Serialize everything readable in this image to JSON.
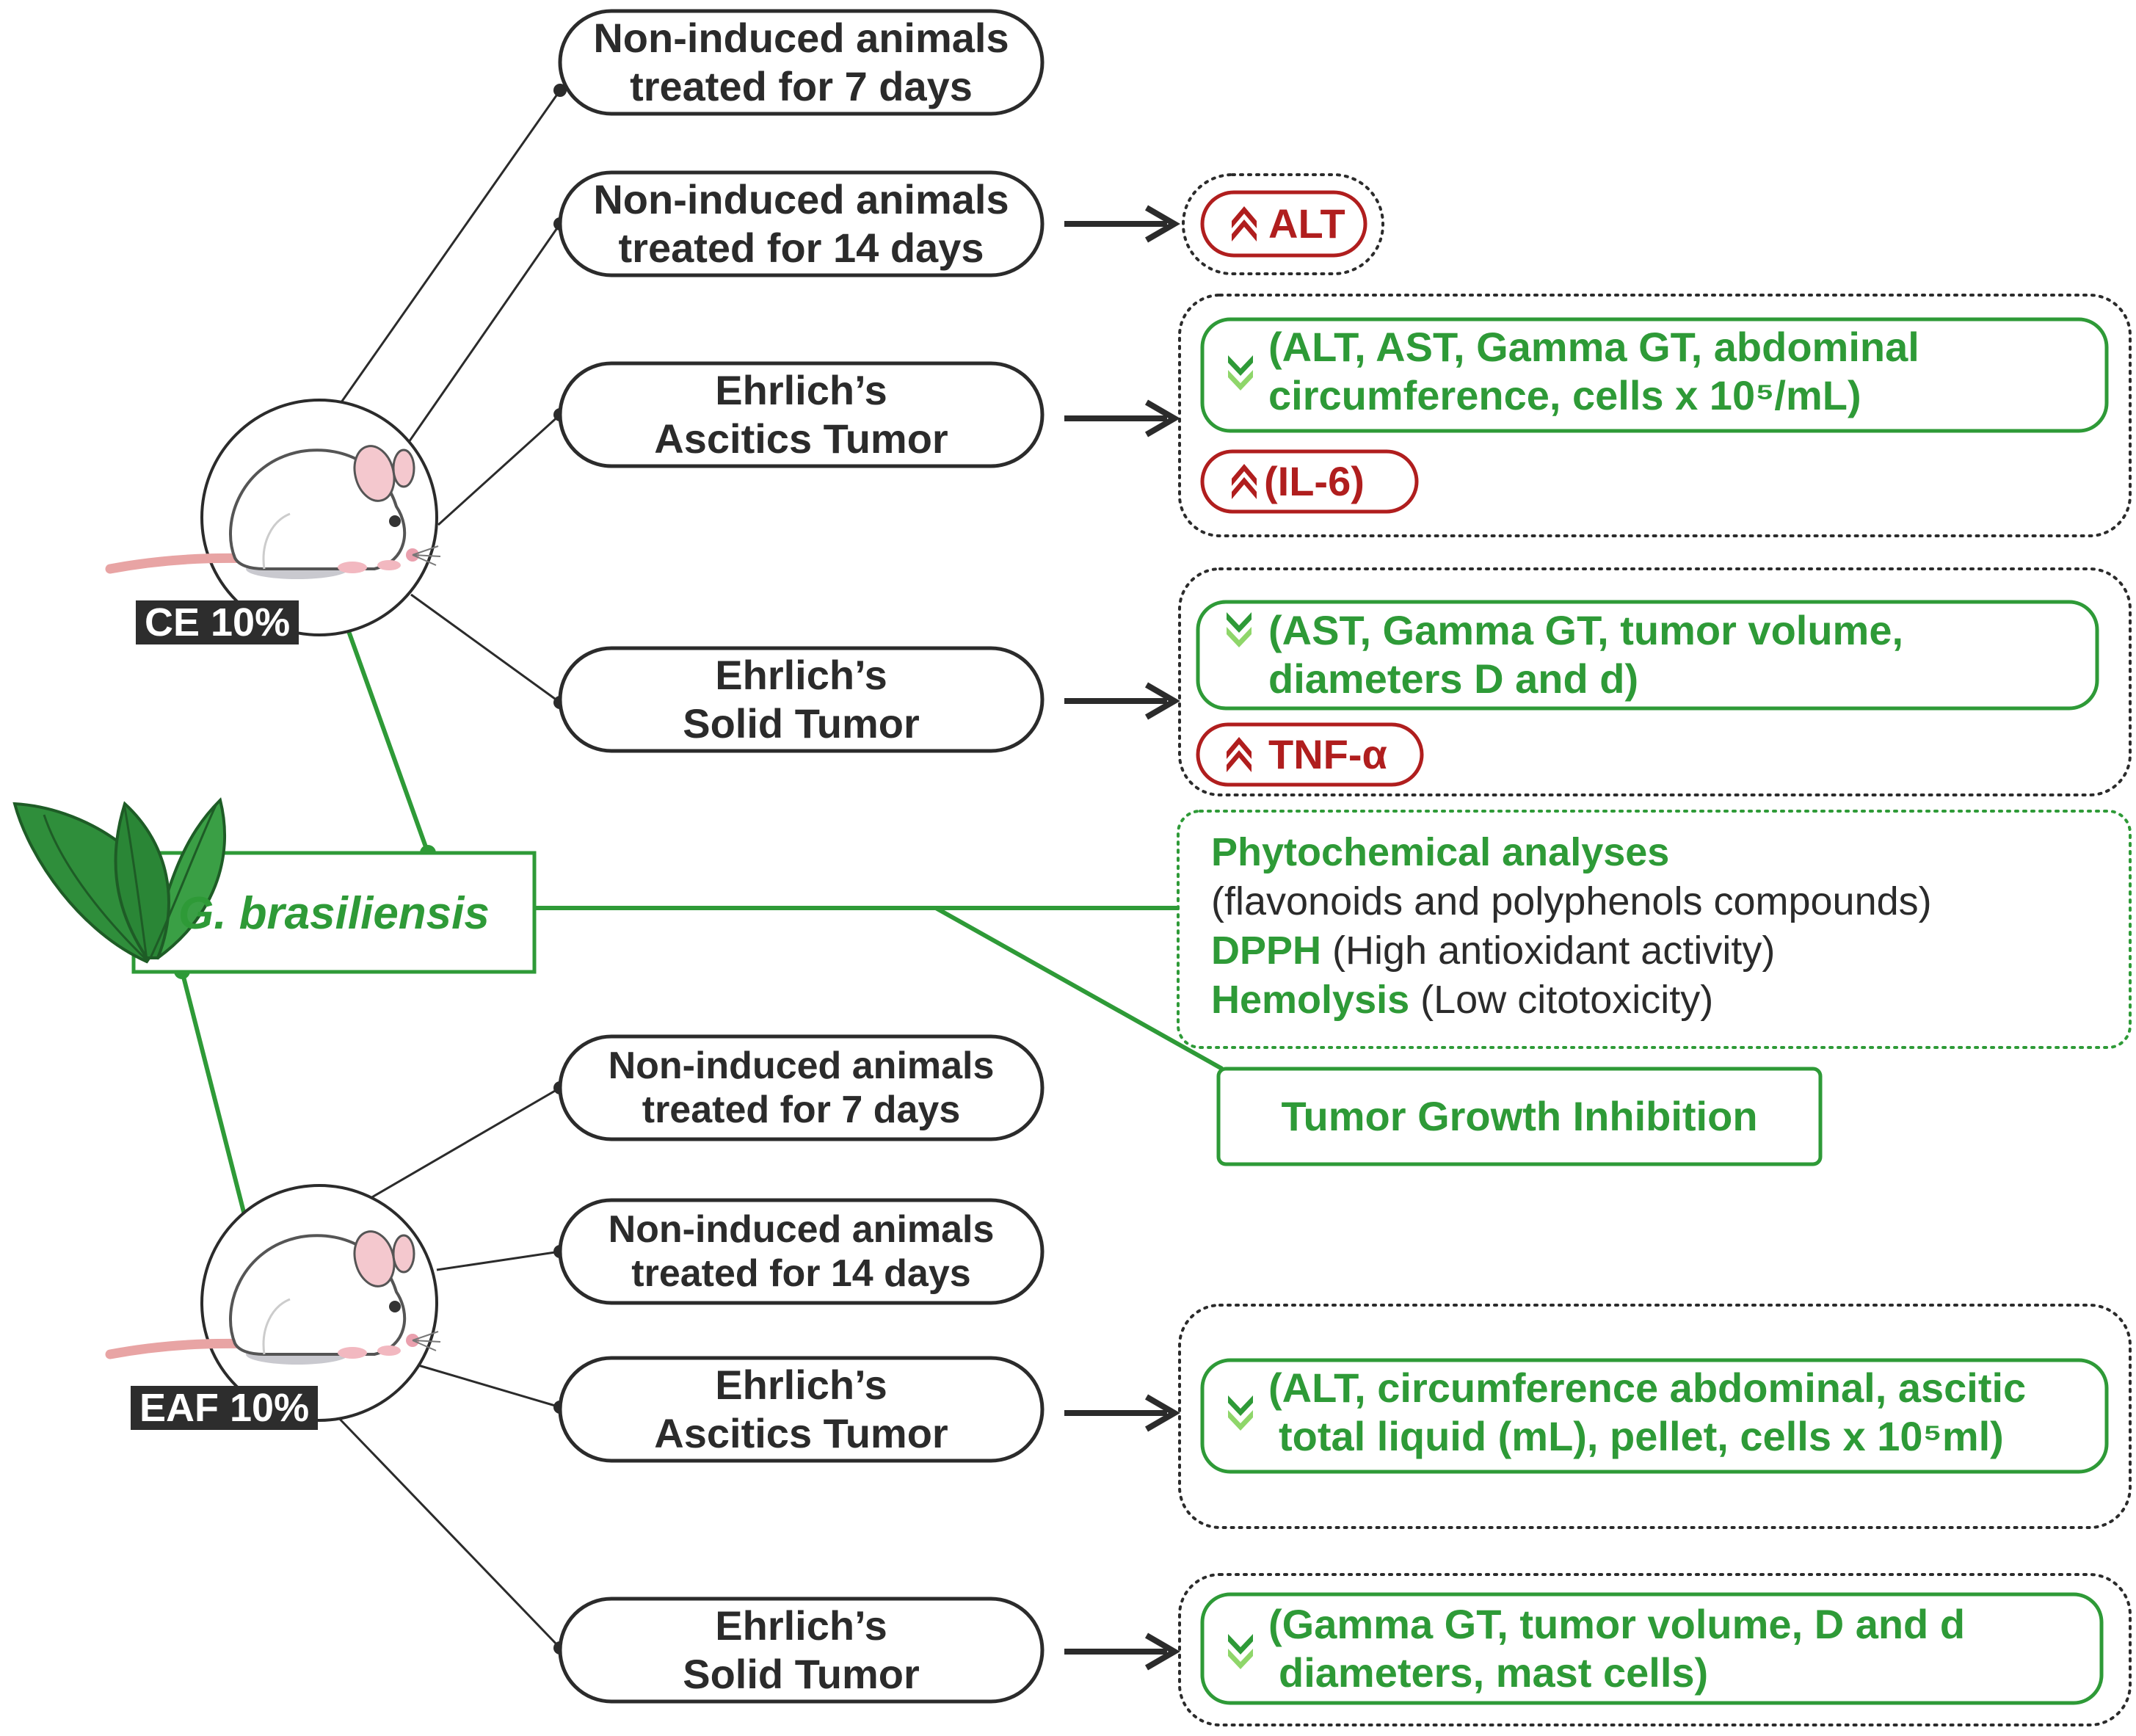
{
  "plant": {
    "name": "G. brasiliensis",
    "icon": "leaves-icon",
    "color": "#2e9a37"
  },
  "groups": [
    {
      "label": "CE 10%",
      "icon": "mouse-icon",
      "branches": [
        {
          "lines": [
            "Non-induced animals",
            "treated for 7 days"
          ]
        },
        {
          "lines": [
            "Non-induced animals",
            "treated for 14 days"
          ]
        },
        {
          "lines": [
            "Ehrlich’s",
            "Ascitics Tumor"
          ]
        },
        {
          "lines": [
            "Ehrlich’s",
            "Solid Tumor"
          ]
        }
      ]
    },
    {
      "label": "EAF 10%",
      "icon": "mouse-icon",
      "branches": [
        {
          "lines": [
            "Non-induced animals",
            "treated for 7 days"
          ]
        },
        {
          "lines": [
            "Non-induced animals",
            "treated for 14 days"
          ]
        },
        {
          "lines": [
            "Ehrlich’s",
            "Ascitics Tumor"
          ]
        },
        {
          "lines": [
            "Ehrlich’s",
            "Solid Tumor"
          ]
        }
      ]
    }
  ],
  "results": {
    "ce_14_days": {
      "increased": "ALT"
    },
    "ce_ascitic": {
      "decreased": [
        "(ALT, AST, Gamma GT, abdominal",
        "circumference, cells x 10⁵/mL)"
      ],
      "increased": "(IL-6)"
    },
    "ce_solid": {
      "decreased": [
        "(AST, Gamma GT, tumor volume,",
        "diameters D and d)"
      ],
      "increased": "TNF-α"
    },
    "eaf_ascitic": {
      "decreased": [
        "(ALT, circumference abdominal, ascitic",
        "total liquid (mL), pellet, cells x 10⁵ml)"
      ]
    },
    "eaf_solid": {
      "decreased": [
        "(Gamma GT, tumor volume, D and d",
        "diameters, mast cells)"
      ]
    }
  },
  "phytochemical": {
    "heading": "Phytochemical analyses",
    "detail": "(flavonoids and polyphenols compounds)",
    "dpph_label": "DPPH",
    "dpph_detail": "(High antioxidant activity)",
    "hemolysis_label": "Hemolysis",
    "hemolysis_detail": "(Low citotoxicity)"
  },
  "outcome": "Tumor Growth Inhibition",
  "colors": {
    "increase": "#b01e1e",
    "decrease": "#2e9a37",
    "decrease_arrow_fill": "#8fd66a",
    "outline": "#2b2b2b"
  },
  "icons": {
    "increase": "double-chevron-up-icon",
    "decrease": "double-chevron-down-icon",
    "arrow": "arrow-right-icon"
  }
}
